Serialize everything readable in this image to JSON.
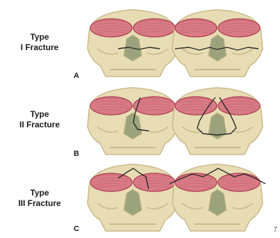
{
  "rows": [
    {
      "line1": "Type",
      "line2": "I Fracture",
      "letter": "A"
    },
    {
      "line1": "Type",
      "line2": "II Fracture",
      "letter": "B"
    },
    {
      "line1": "Type",
      "line2": "III Fracture",
      "letter": "C"
    }
  ],
  "corner_mark": "7",
  "colors": {
    "bone": "#e8dcb4",
    "bone_shade": "#c9b98a",
    "muscle": "#d97b86",
    "muscle_dark": "#b24a5a",
    "sinus": "#9aa37c",
    "fracture_line": "#2a2a2a"
  }
}
